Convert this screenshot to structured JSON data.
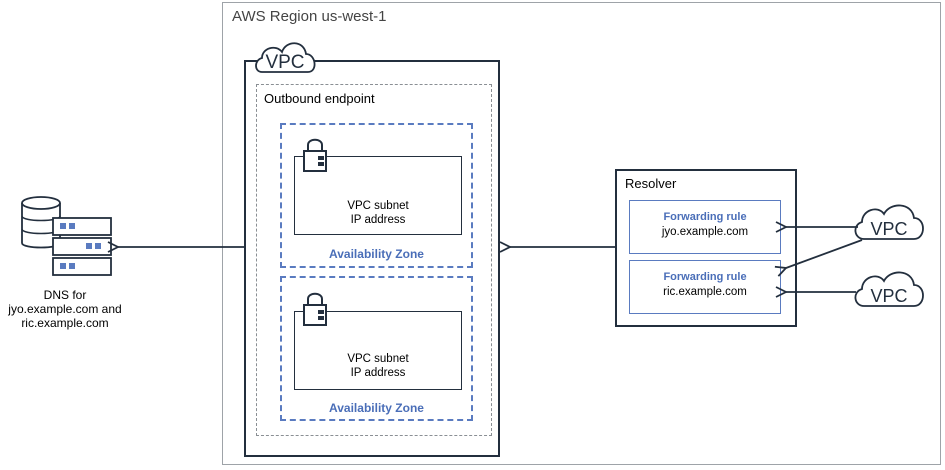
{
  "region": {
    "title": "AWS Region us-west-1"
  },
  "vpc": {
    "label": "VPC"
  },
  "outbound_endpoint": {
    "title": "Outbound endpoint"
  },
  "zones": [
    {
      "label": "Availability Zone",
      "subnet_line1": "VPC subnet",
      "subnet_line2": "IP address"
    },
    {
      "label": "Availability Zone",
      "subnet_line1": "VPC subnet",
      "subnet_line2": "IP address"
    }
  ],
  "resolver": {
    "title": "Resolver",
    "rules": [
      {
        "title": "Forwarding rule",
        "domain": "jyo.example.com"
      },
      {
        "title": "Forwarding rule",
        "domain": "ric.example.com"
      }
    ]
  },
  "external_vpcs": [
    {
      "label": "VPC"
    },
    {
      "label": "VPC"
    }
  ],
  "dns": {
    "line1": "DNS for",
    "line2": "jyo.example.com and",
    "line3": "ric.example.com"
  },
  "colors": {
    "accent_blue": "#4a6eb8",
    "dark": "#232f3e",
    "region_border": "#9ea3a8"
  }
}
